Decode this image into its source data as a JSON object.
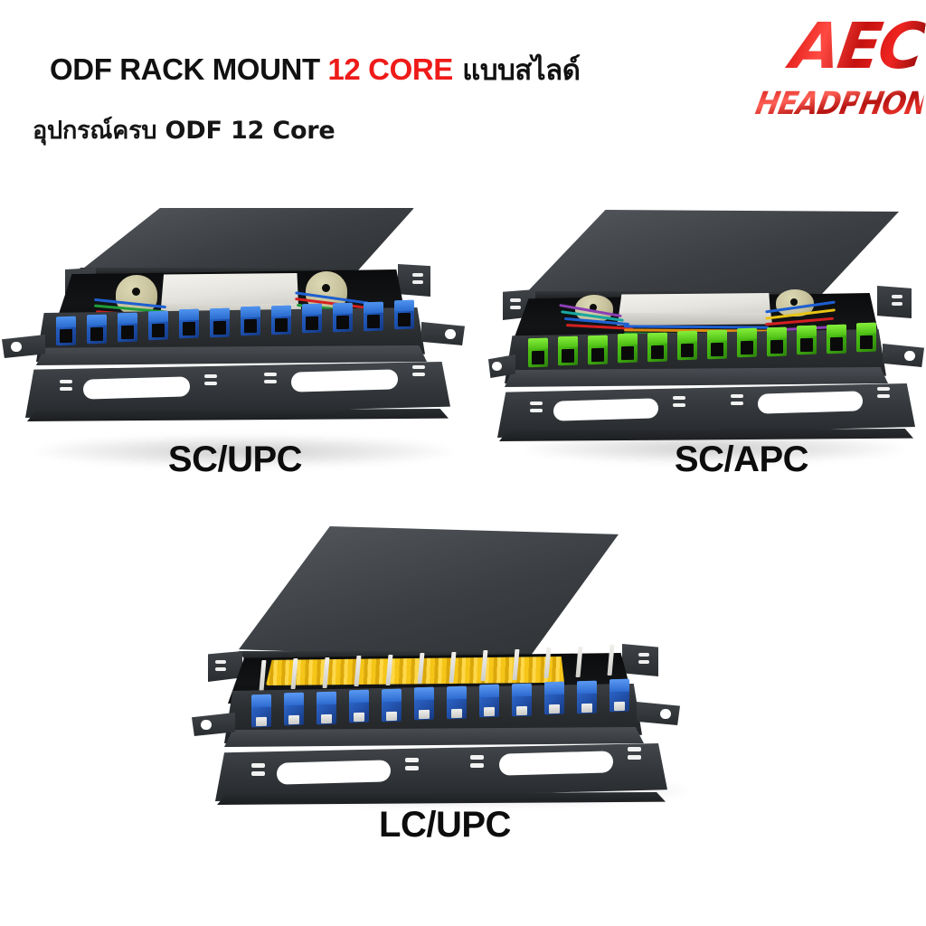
{
  "header": {
    "title_prefix": "ODF RACK MOUNT ",
    "title_highlight": "12 CORE",
    "title_suffix": " แบบสไลด์",
    "title_highlight_color": "#ee1b19",
    "subtitle": "อุปกรณ์ครบ ODF 12 Core"
  },
  "logo": {
    "brand": "AEC",
    "tagline": "HEADPHONE",
    "color": "#e8201c"
  },
  "products": [
    {
      "caption": "SC/UPC",
      "connector_type": "SC",
      "polish": "UPC",
      "adapter_color": "#1d50ad",
      "adapter_color_name": "blue",
      "adapter_count": 12,
      "core_count": 12,
      "chassis_color": "#2e3134",
      "tray_color": "#f4f3ef",
      "spool_color": "#c8c39d",
      "pigtail_colors": [
        "#1e5fd0",
        "#e08b12",
        "#1f9c3a",
        "#d42020",
        "#8b3fb5",
        "#e8c414",
        "#18a8a0",
        "#d8459c"
      ]
    },
    {
      "caption": "SC/APC",
      "connector_type": "SC",
      "polish": "APC",
      "adapter_color": "#3fae10",
      "adapter_color_name": "green",
      "adapter_count": 12,
      "core_count": 12,
      "chassis_color": "#2e3134",
      "tray_color": "#f4f3ef",
      "spool_color": "#c8c39d",
      "pigtail_colors": [
        "#1e5fd0",
        "#e08b12",
        "#1f9c3a",
        "#d42020",
        "#8b3fb5",
        "#e8c414",
        "#18a8a0",
        "#d8459c"
      ]
    },
    {
      "caption": "LC/UPC",
      "connector_type": "LC",
      "polish": "UPC",
      "adapter_color": "#2353ae",
      "adapter_color_name": "blue",
      "adapter_count": 12,
      "core_count": 12,
      "chassis_color": "#2e3134",
      "cable_bundle_color": "#f5c518",
      "divider_color": "#f1f0ec",
      "divider_count": 12
    }
  ],
  "background_color": "#ffffff"
}
